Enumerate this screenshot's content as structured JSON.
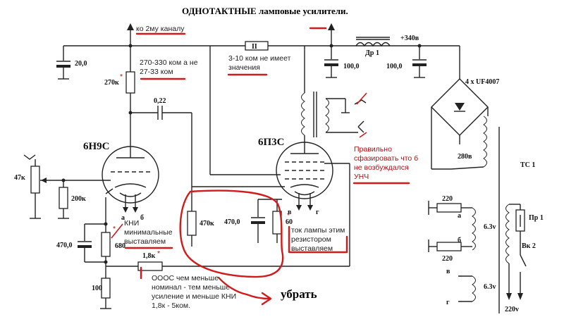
{
  "title": "ОДНОТАКТНЫЕ ламповые усилители.",
  "tubes": {
    "driver": "6Н9С",
    "output": "6П3С"
  },
  "labels": {
    "c_20": "20,0",
    "r_270k": "270к",
    "c_022": "0,22",
    "r_3_10k": "II",
    "choke": "Др 1",
    "c_100_a": "100,0",
    "c_100_b": "100,0",
    "b_plus": "+340в",
    "diodes": "4 x UF4007",
    "w_280": "280в",
    "tr_tc": "ТС 1",
    "r_47k": "47к",
    "r_200k": "200к",
    "pin_a": "а",
    "pin_b": "б",
    "c_470": "470,0",
    "r_680": "680",
    "r_100": "100",
    "r_18k": "1,8к",
    "r_470k": "470к",
    "c_470b": "470,0",
    "r_60": "60",
    "pin_v": "в",
    "pin_g": "г",
    "r_220_a": "220",
    "r_220_b": "220",
    "heat_a": "а",
    "heat_b": "б",
    "v63_a": "6.3v",
    "heat_v": "в",
    "heat_g": "г",
    "v63_b": "6.3v",
    "fuse": "Пр 1",
    "switch": "Вк 2",
    "mains": "220v",
    "star1": "*",
    "star2": "*",
    "star3": "*",
    "star4": "*"
  },
  "annotations": {
    "second_channel": "ко 2му каналу",
    "r270_note_1": "270-330 ком  а не",
    "r270_note_2": "27-33 ком",
    "r310_note_1": "3-10 ком  не имеет",
    "r310_note_2": "значения",
    "phase_note_1": "Правильно",
    "phase_note_2": "сфазировать  что б",
    "phase_note_3": "не  возбуждался",
    "phase_note_4": "УНЧ",
    "kni_note_1": "КНИ",
    "kni_note_2": "минимальные",
    "kni_note_3": "выставляем",
    "current_note_1": "ток  лампы этим",
    "current_note_2": "резистором",
    "current_note_3": "выставляем",
    "fb_note_1": "ОООС  чем меньше",
    "fb_note_2": "номинал - тем меньше",
    "fb_note_3": "усиление  и меньше  КНИ",
    "fb_note_4": "1,8к - 5ком.",
    "remove": "убрать"
  },
  "colors": {
    "ink": "#222222",
    "red": "#d11a1a",
    "bg": "#ffffff"
  }
}
